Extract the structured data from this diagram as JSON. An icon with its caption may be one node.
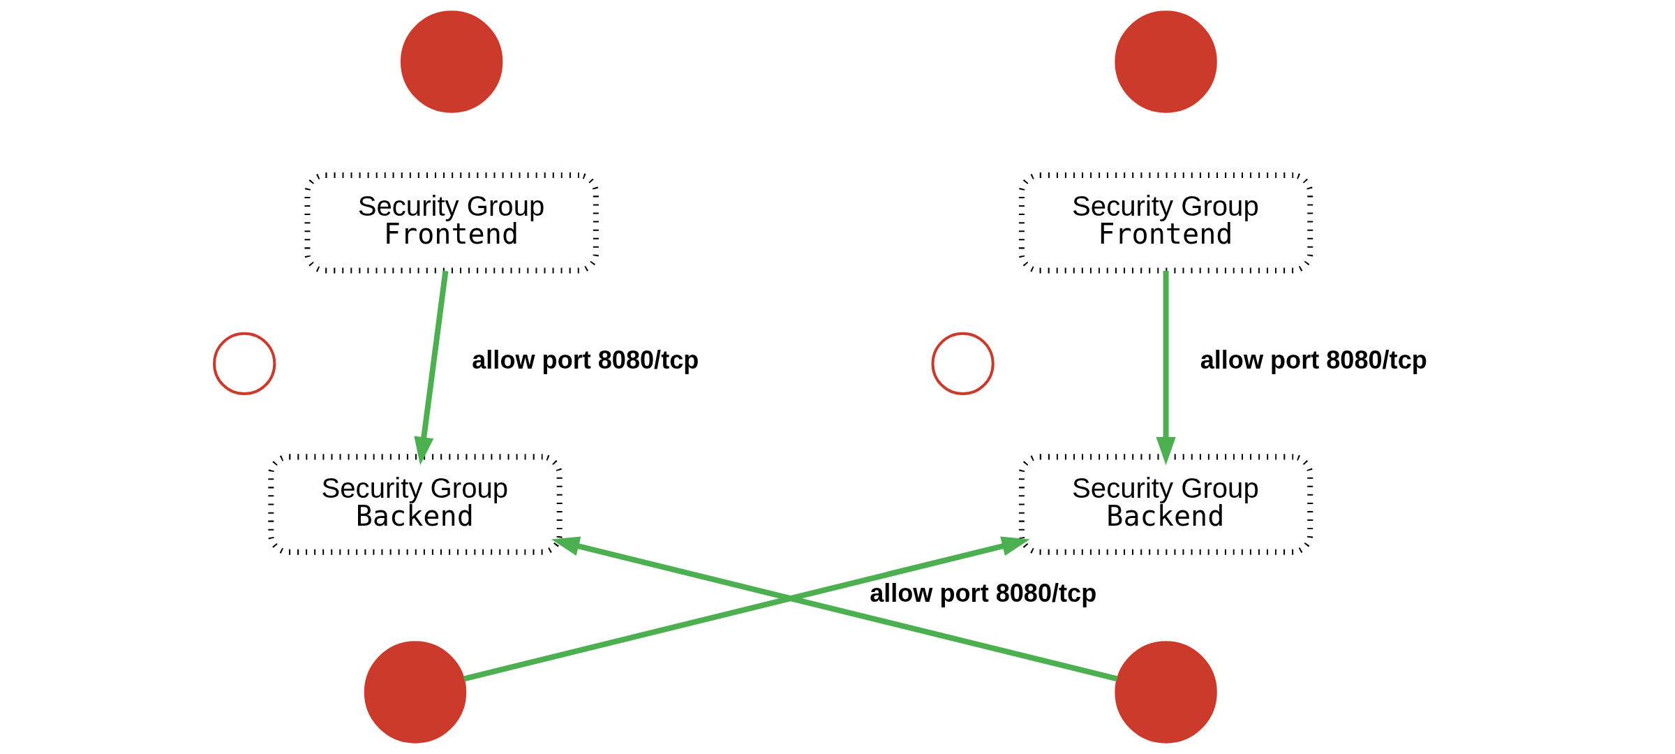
{
  "diagram": {
    "nodes": [
      {
        "text": [],
        "shape": "circle"
      },
      {
        "text": [],
        "shape": "circle"
      },
      {
        "text": [
          "Security Group",
          "Frontend"
        ]
      },
      {
        "text": [
          "Security Group",
          "Frontend"
        ]
      },
      {
        "text": [],
        "shape": "circle"
      },
      {
        "text": [],
        "shape": "circle"
      },
      {
        "text": [
          "Security Group",
          "Backend"
        ]
      },
      {
        "text": [
          "Security Group",
          "Backend"
        ]
      },
      {
        "text": [],
        "shape": "circle"
      },
      {
        "text": [],
        "shape": "circle"
      }
    ],
    "edges": [
      {
        "from": 2,
        "to": 6,
        "arrow": "to",
        "label": "allow port 8080/tcp"
      },
      {
        "from": 3,
        "to": 7,
        "arrow": "to",
        "label": "allow port 8080/tcp"
      },
      {
        "from": 8,
        "to": 7,
        "arrow": "to",
        "label": "allow port 8080/tcp"
      },
      {
        "from": 9,
        "to": 6,
        "arrow": "to"
      }
    ]
  }
}
